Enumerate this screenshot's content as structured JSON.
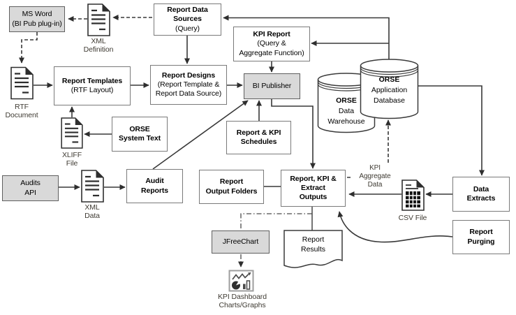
{
  "colors": {
    "background": "#ffffff",
    "node_fill": "#ffffff",
    "highlight_fill": "#d9d9d9",
    "node_border": "#7a7a7a",
    "connector": "#383838",
    "text": "#000000"
  },
  "nodes": {
    "ms_word": {
      "l1": "MS Word",
      "l2": "(BI Pub plug-in)"
    },
    "xml_definition": {
      "l1": "XML",
      "l2": "Definition"
    },
    "report_data_sources": {
      "l1": "Report Data",
      "l2": "Sources",
      "l3": "(Query)"
    },
    "kpi_report": {
      "l1": "KPI Report",
      "l2": "(Query &",
      "l3": "Aggregate Function)"
    },
    "report_templates": {
      "l1": "Report Templates",
      "l2": "(RTF Layout)"
    },
    "report_designs": {
      "l1": "Report Designs",
      "l2": "(Report Template &",
      "l3": "Report Data Source)"
    },
    "bi_publisher": {
      "l1": "BI Publisher"
    },
    "rtf_document": {
      "l1": "RTF",
      "l2": "Document"
    },
    "orse_system_text": {
      "l1": "ORSE",
      "l2": "System Text"
    },
    "xliff_file": {
      "l1": "XLIFF",
      "l2": "File"
    },
    "orse_data_warehouse": {
      "l1": "ORSE",
      "l2": "Data",
      "l3": "Warehouse"
    },
    "orse_application_database": {
      "l1": "ORSE",
      "l2": "Application",
      "l3": "Database"
    },
    "report_kpi_schedules": {
      "l1": "Report & KPI",
      "l2": "Schedules"
    },
    "audits_api": {
      "l1": "Audits",
      "l2": "API"
    },
    "xml_data": {
      "l1": "XML",
      "l2": "Data"
    },
    "audit_reports": {
      "l1": "Audit",
      "l2": "Reports"
    },
    "report_output_folders": {
      "l1": "Report",
      "l2": "Output Folders"
    },
    "report_kpi_extract_outputs": {
      "l1": "Report, KPI &",
      "l2": "Extract",
      "l3": "Outputs"
    },
    "kpi_aggregate_data": {
      "l1": "KPI",
      "l2": "Aggregate",
      "l3": "Data"
    },
    "csv_file": {
      "l1": "CSV File"
    },
    "data_extracts": {
      "l1": "Data",
      "l2": "Extracts"
    },
    "report_purging": {
      "l1": "Report",
      "l2": "Purging"
    },
    "jfreechart": {
      "l1": "JFreeChart"
    },
    "report_results": {
      "l1": "Report",
      "l2": "Results"
    },
    "kpi_dashboard": {
      "l1": "KPI Dashboard",
      "l2": "Charts/Graphs"
    }
  }
}
